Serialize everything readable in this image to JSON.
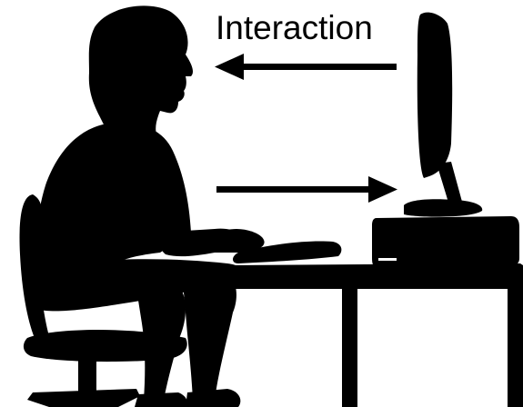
{
  "title": "Interaction",
  "colors": {
    "ink": "#000000",
    "paper": "#ffffff"
  },
  "arrows": [
    {
      "name": "computer-to-user",
      "direction": "left"
    },
    {
      "name": "user-to-computer",
      "direction": "right"
    }
  ]
}
